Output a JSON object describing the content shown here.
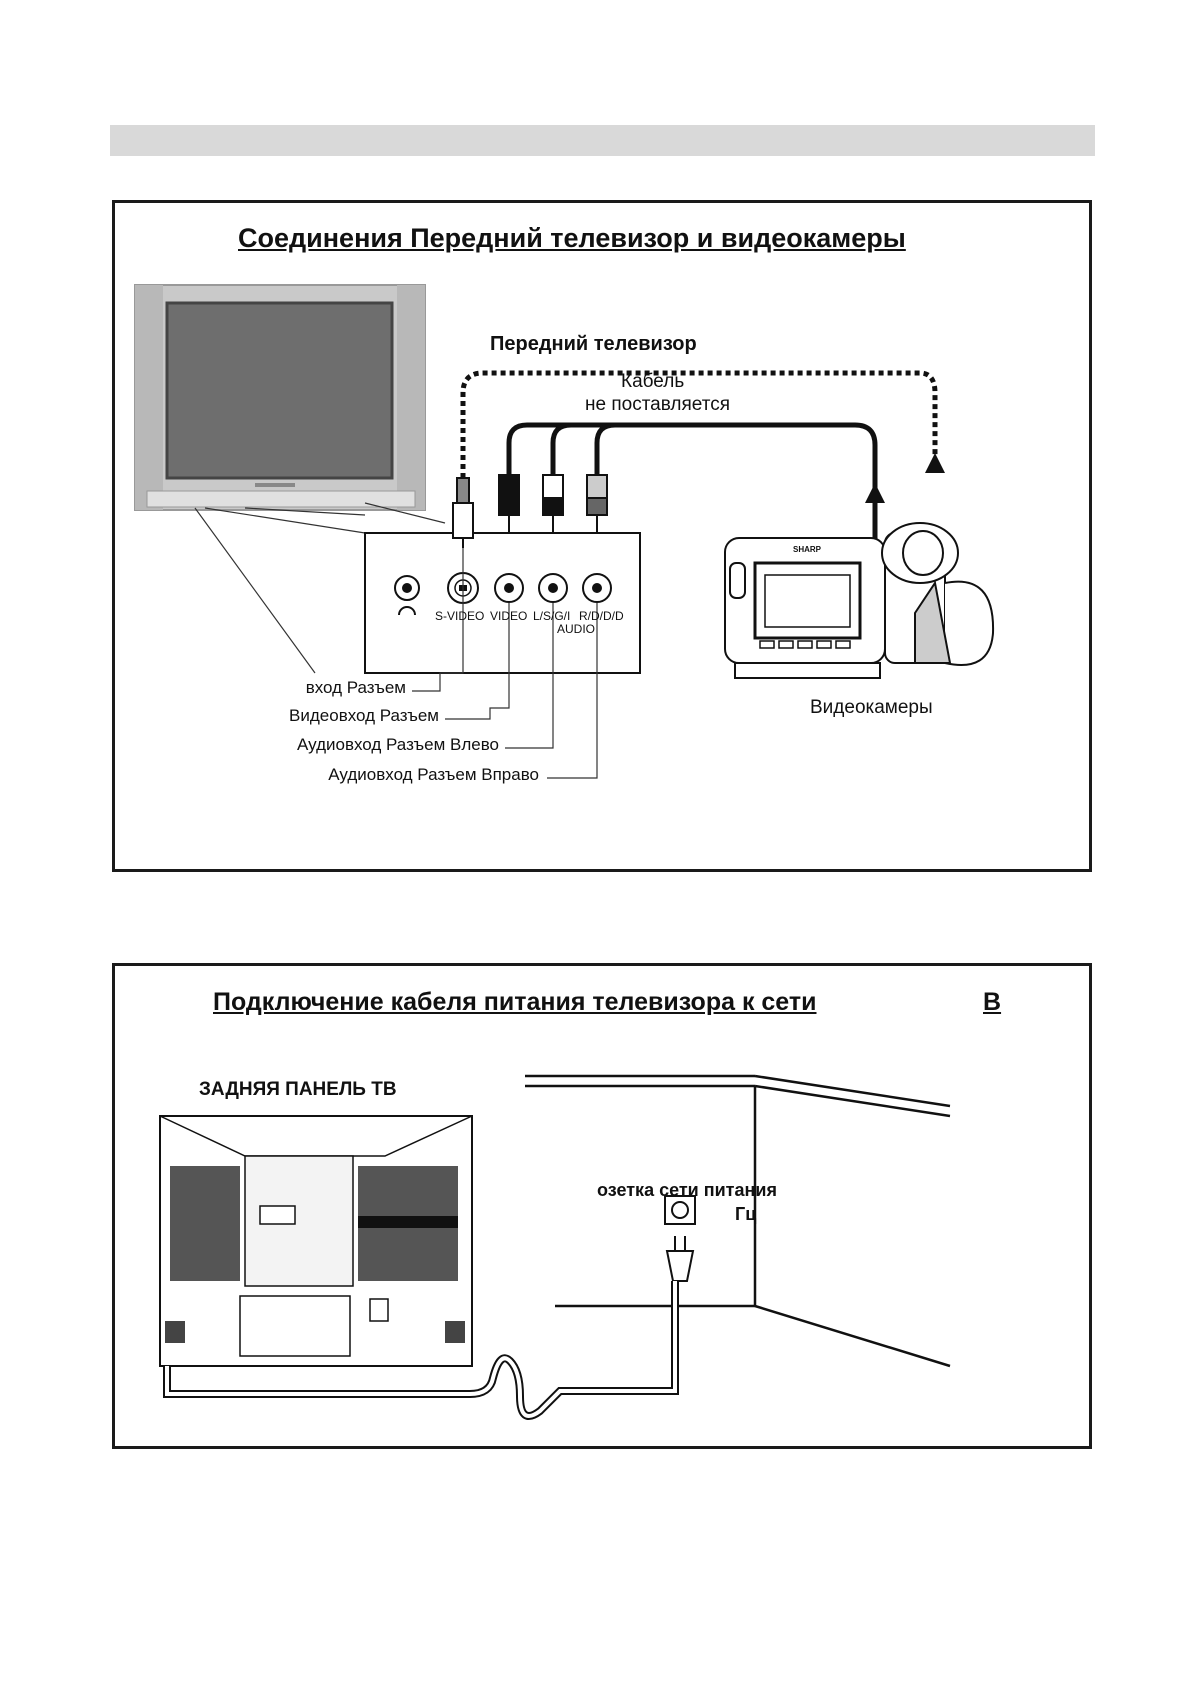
{
  "section1": {
    "title": "Соединения Передний телевизор и видеокамеры",
    "front_tv_label": "Передний телевизор",
    "cable_label_line1": "Кабель",
    "cable_label_line2": "не поставляется",
    "camcorder_label": "Видеокамеры",
    "camcorder_brand": "SHARP",
    "jacks": {
      "svideo": "S-VIDEO",
      "video": "VIDEO",
      "left": "L/S/G/I",
      "right": "R/D/D/D",
      "audio": "AUDIO"
    },
    "callouts": [
      "вход Разъем",
      "Видеовход Разъем",
      "Аудиовход Разъем  Влево",
      "Аудиовход Разъем  Вправо"
    ]
  },
  "section2": {
    "title": "Подключение   кабеля питания телевизора к сети",
    "title_suffix": "В",
    "rear_panel_label": "ЗАДНЯЯ ПАНЕЛЬ ТВ",
    "socket_label_line1": "озетка сети питания",
    "socket_label_line2": "Гц"
  }
}
